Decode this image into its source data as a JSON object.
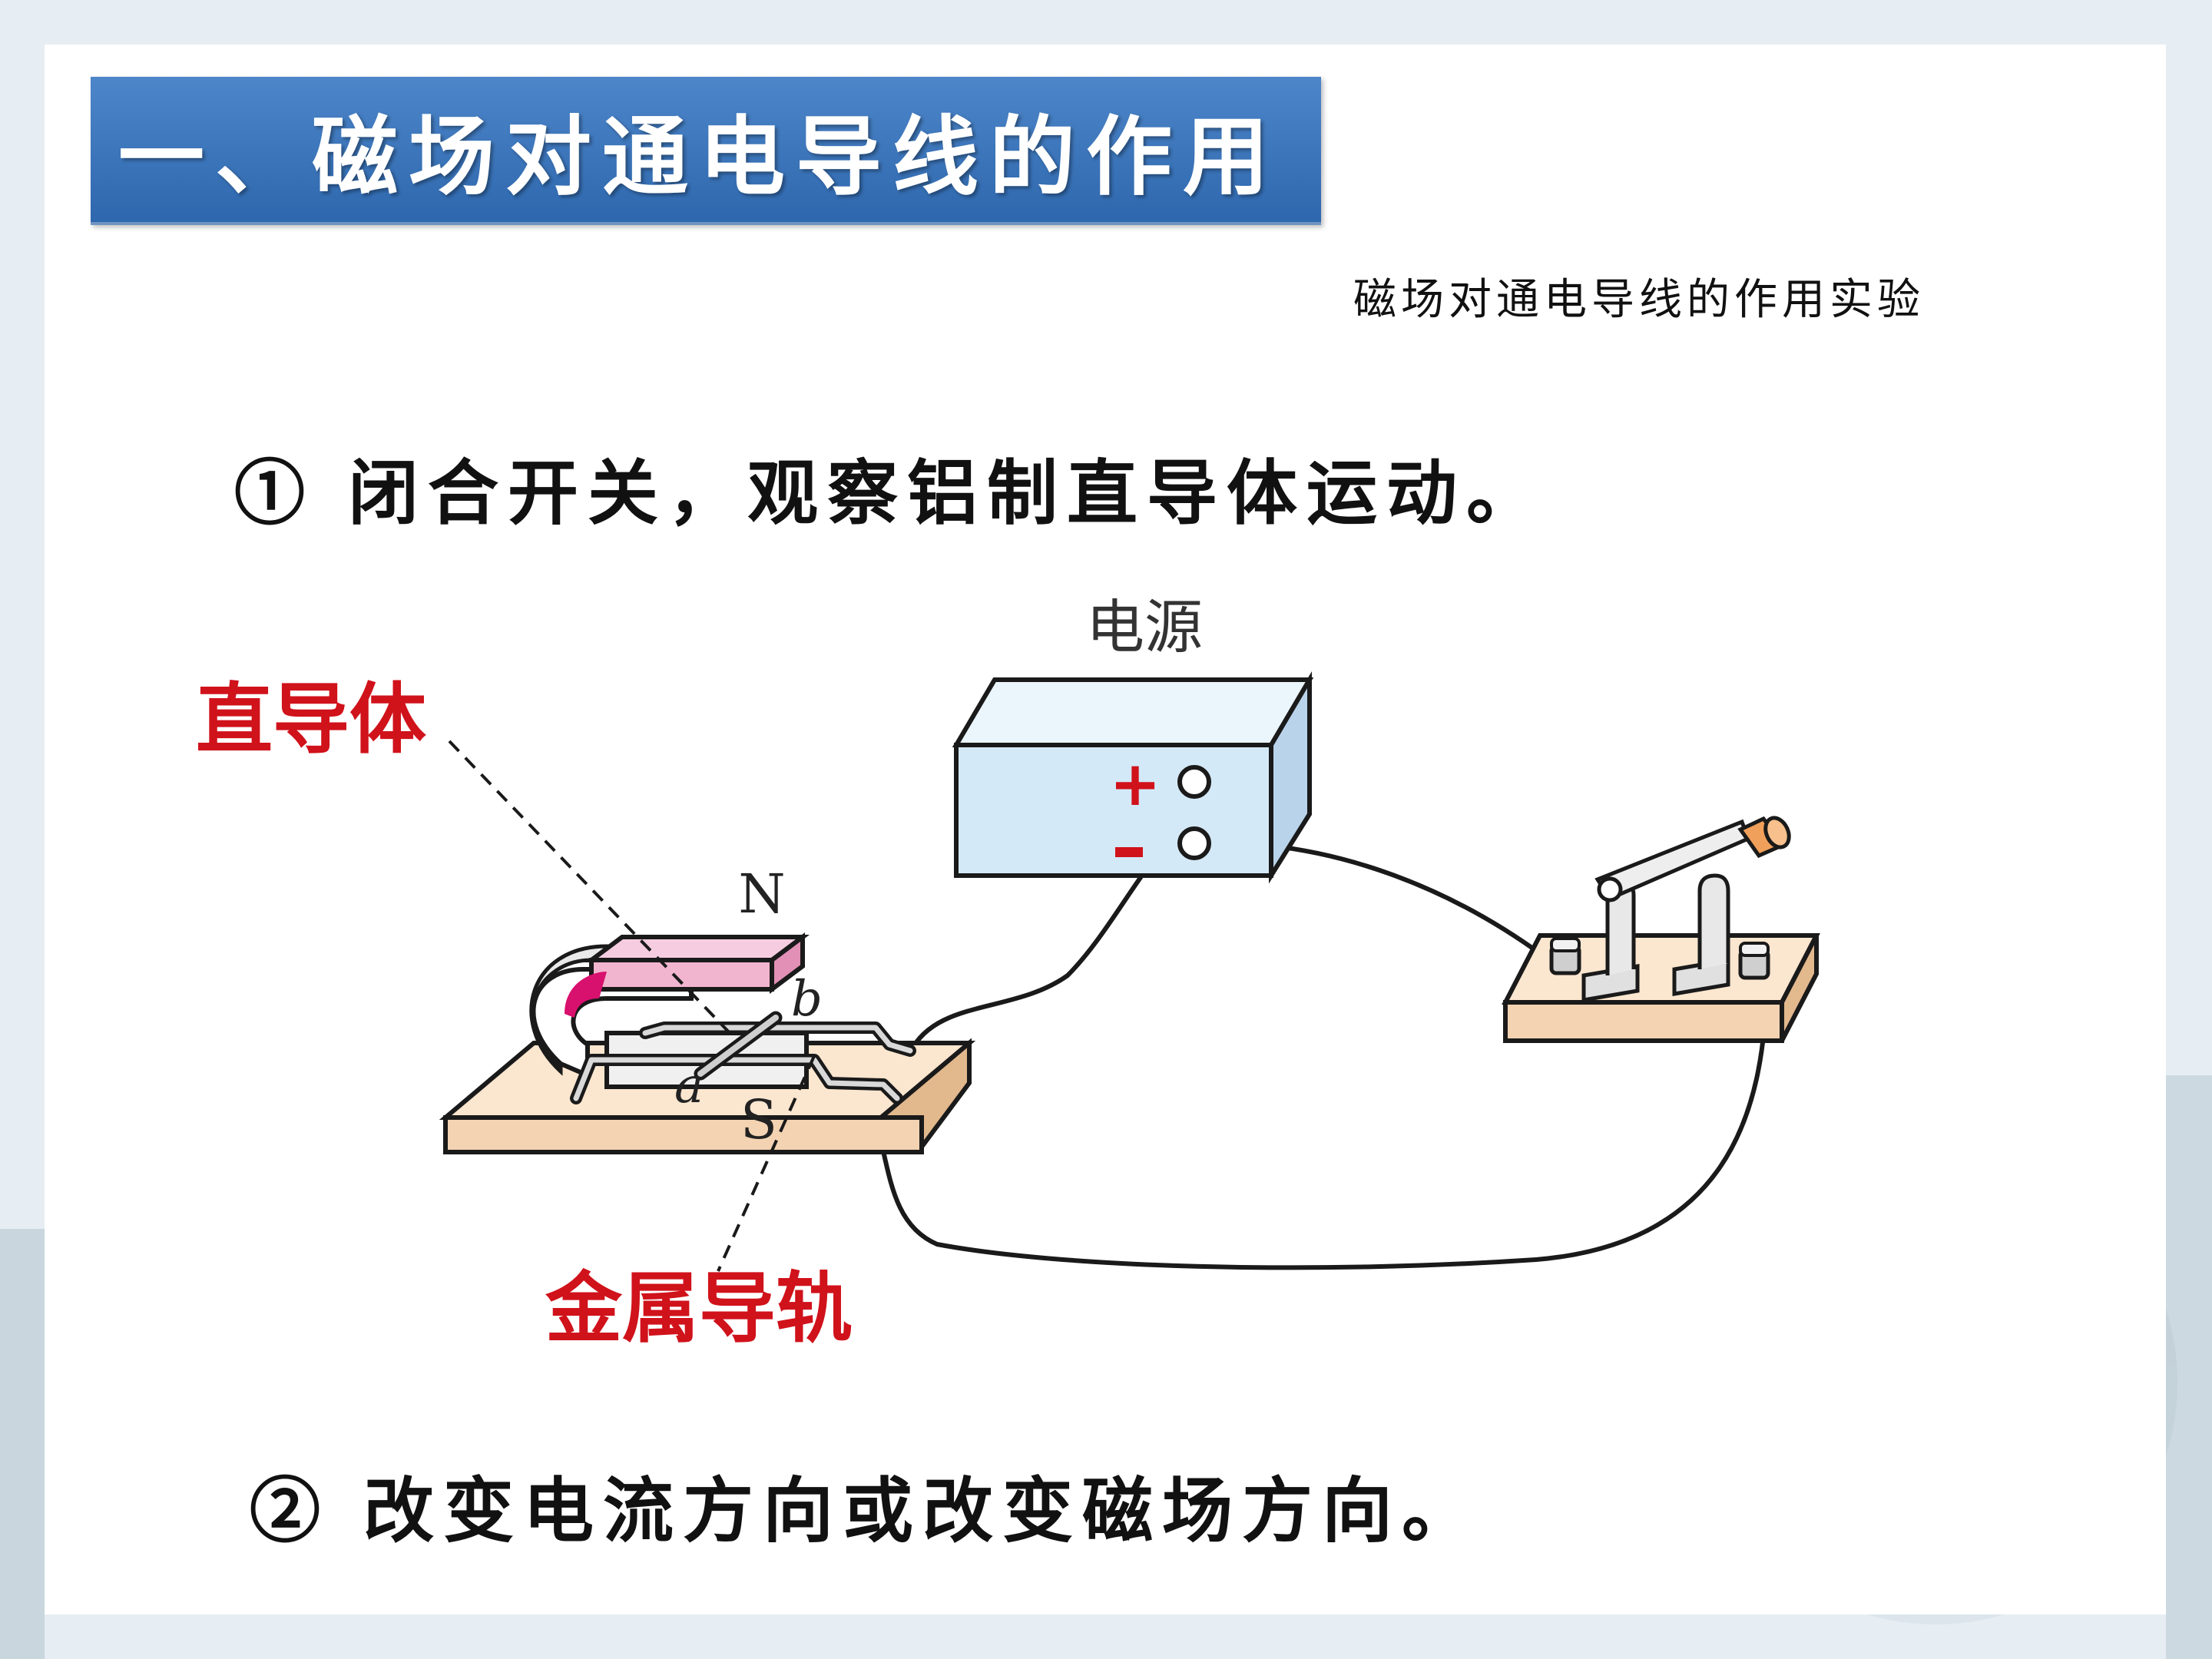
{
  "title": "一、磁场对通电导线的作用",
  "subtitle": "磁场对通电导线的作用实验",
  "step1": "① 闭合开关，观察铝制直导体运动。",
  "step2": "② 改变电流方向或改变磁场方向。",
  "labels": {
    "conductor": "直导体",
    "rail": "金属导轨",
    "power_supply": "电源",
    "plus": "+",
    "minus": "−",
    "north": "N",
    "south": "S",
    "end_a": "a",
    "end_b": "b"
  },
  "colors": {
    "title_bar": "#3a74b9",
    "label_red": "#d0121b",
    "box_face": "#d4e9f7",
    "base_wood": "#f3d3b2",
    "magnet_pink": "#f2b5cf"
  }
}
